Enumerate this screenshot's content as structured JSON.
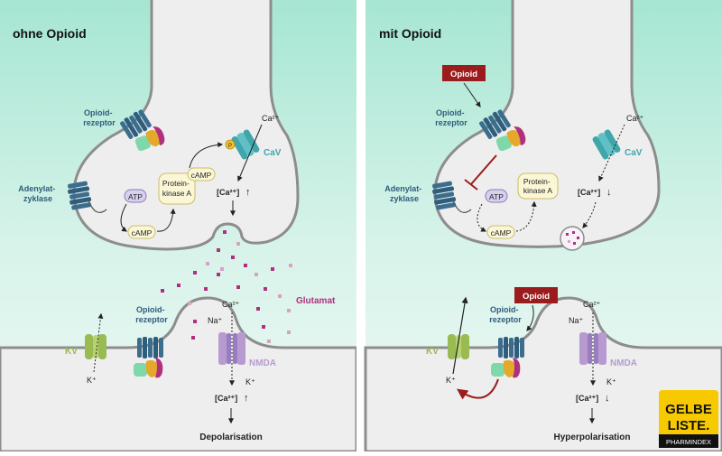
{
  "left_panel": {
    "title": "ohne Opioid",
    "opioid_receptor_pre": [
      "Opioid-",
      "rezeptor"
    ],
    "adenylyl_cyclase": [
      "Adenylat-",
      "zyklase"
    ],
    "atp": "ATP",
    "camp_bottom": "cAMP",
    "camp_top": "cAMP",
    "pka": [
      "Protein-",
      "kinase A"
    ],
    "p_label": "P",
    "ca_ion": "Ca²⁺",
    "cav": "CaV",
    "ca_conc": "[Ca²⁺]",
    "ca_arrow": "↑",
    "glutamat": "Glutamat",
    "kv": "KV",
    "k_ion": "K⁺",
    "opioid_receptor_post": [
      "Opioid-",
      "rezeptor"
    ],
    "ca_ion_post": "Ca²⁺",
    "na_ion": "Na⁺",
    "nmda": "NMDA",
    "k_ion_nmda": "K⁺",
    "ca_conc_post": "[Ca²⁺]",
    "ca_arrow_post": "↑",
    "result": "Depolarisation"
  },
  "right_panel": {
    "title": "mit Opioid",
    "opioid_box_top": "Opioid",
    "opioid_receptor_pre": [
      "Opioid-",
      "rezeptor"
    ],
    "adenylyl_cyclase": [
      "Adenylat-",
      "zyklase"
    ],
    "atp": "ATP",
    "camp": "cAMP",
    "pka": [
      "Protein-",
      "kinase A"
    ],
    "ca_ion": "Ca²⁺",
    "cav": "CaV",
    "ca_conc": "[Ca²⁺]",
    "ca_arrow": "↓",
    "opioid_box_bottom": "Opioid",
    "opioid_receptor_post": [
      "Opioid-",
      "rezeptor"
    ],
    "kv": "KV",
    "k_ion": "K⁺",
    "ca_ion_post": "Ca²⁺",
    "na_ion": "Na⁺",
    "nmda": "NMDA",
    "k_ion_nmda": "K⁺",
    "ca_conc_post": "[Ca²⁺]",
    "ca_arrow_post": "↓",
    "result": "Hyperpolarisation"
  },
  "logo": {
    "line1": "GELBE",
    "line2": "LISTE.",
    "line3": "PHARMINDEX"
  },
  "colors": {
    "teal_bg": "#bfe9dc",
    "membrane": "#8d8d8d",
    "cell": "#eeeeee",
    "receptor_blue": "#3b6d8f",
    "cav_teal": "#3fa6ac",
    "kv_green": "#9aba52",
    "nmda_purple": "#b79bd0",
    "glutamat": "#b0307d",
    "opioid_red": "#9b1c1c",
    "logo_yellow": "#f6c900"
  }
}
